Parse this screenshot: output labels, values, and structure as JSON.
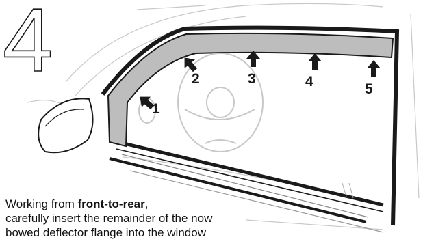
{
  "step_number": "4",
  "labels": [
    "1",
    "2",
    "3",
    "4",
    "5"
  ],
  "caption": {
    "line1_prefix": "Working from ",
    "line1_bold": "front-to-rear",
    "line1_suffix": ",",
    "line2": "carefully insert the remainder of the now",
    "line3": "bowed deflector flange into the window"
  },
  "colors": {
    "outline": "#1a1a1a",
    "deflector_fill": "#bdbdbd",
    "sketch_line": "#c8c8c8",
    "background": "#ffffff"
  }
}
